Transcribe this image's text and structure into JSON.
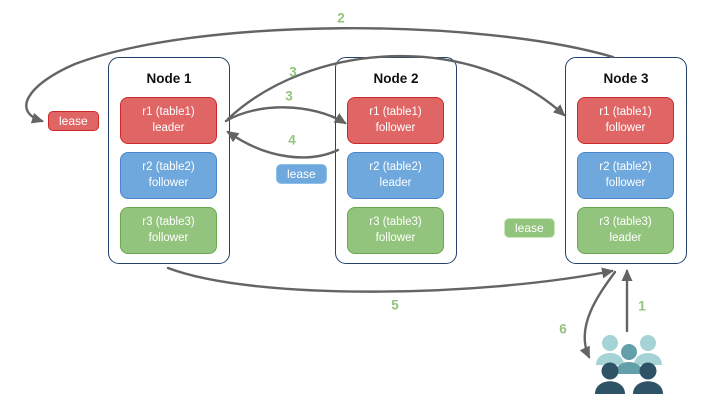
{
  "diagram_title": "",
  "colors": {
    "red-fill": "#e06666",
    "red-stroke": "#cc2a2a",
    "blue-fill": "#6fa8dc",
    "blue-stroke": "#4a86c8",
    "blue-lease-stroke": "#8fc0ea",
    "green-fill": "#93c47d",
    "green-stroke": "#6aa84f",
    "green-lease-stroke": "#c8e6b8",
    "node-border": "#24416b",
    "arrow": "#646464",
    "label-green": "#93c47d",
    "people-light": "#a5d3d6",
    "people-mid": "#64a0aa",
    "people-dark": "#2f5366"
  },
  "nodes": [
    {
      "title": "Node 1",
      "replicas": [
        {
          "name": "r1 (table1)",
          "role": "leader",
          "color": "red"
        },
        {
          "name": "r2 (table2)",
          "role": "follower",
          "color": "blue"
        },
        {
          "name": "r3 (table3)",
          "role": "follower",
          "color": "green"
        }
      ]
    },
    {
      "title": "Node 2",
      "replicas": [
        {
          "name": "r1 (table1)",
          "role": "follower",
          "color": "red"
        },
        {
          "name": "r2 (table2)",
          "role": "leader",
          "color": "blue"
        },
        {
          "name": "r3 (table3)",
          "role": "follower",
          "color": "green"
        }
      ]
    },
    {
      "title": "Node 3",
      "replicas": [
        {
          "name": "r1 (table1)",
          "role": "follower",
          "color": "red"
        },
        {
          "name": "r2 (table2)",
          "role": "follower",
          "color": "blue"
        },
        {
          "name": "r3 (table3)",
          "role": "leader",
          "color": "green"
        }
      ]
    }
  ],
  "leases": [
    {
      "text": "lease",
      "color": "red"
    },
    {
      "text": "lease",
      "color": "blue"
    },
    {
      "text": "lease",
      "color": "green"
    }
  ],
  "flow_labels": [
    {
      "text": "1"
    },
    {
      "text": "2"
    },
    {
      "text": "3"
    },
    {
      "text": "3"
    },
    {
      "text": "4"
    },
    {
      "text": "5"
    },
    {
      "text": "6"
    }
  ],
  "icons": {
    "users_group": "users-group"
  }
}
